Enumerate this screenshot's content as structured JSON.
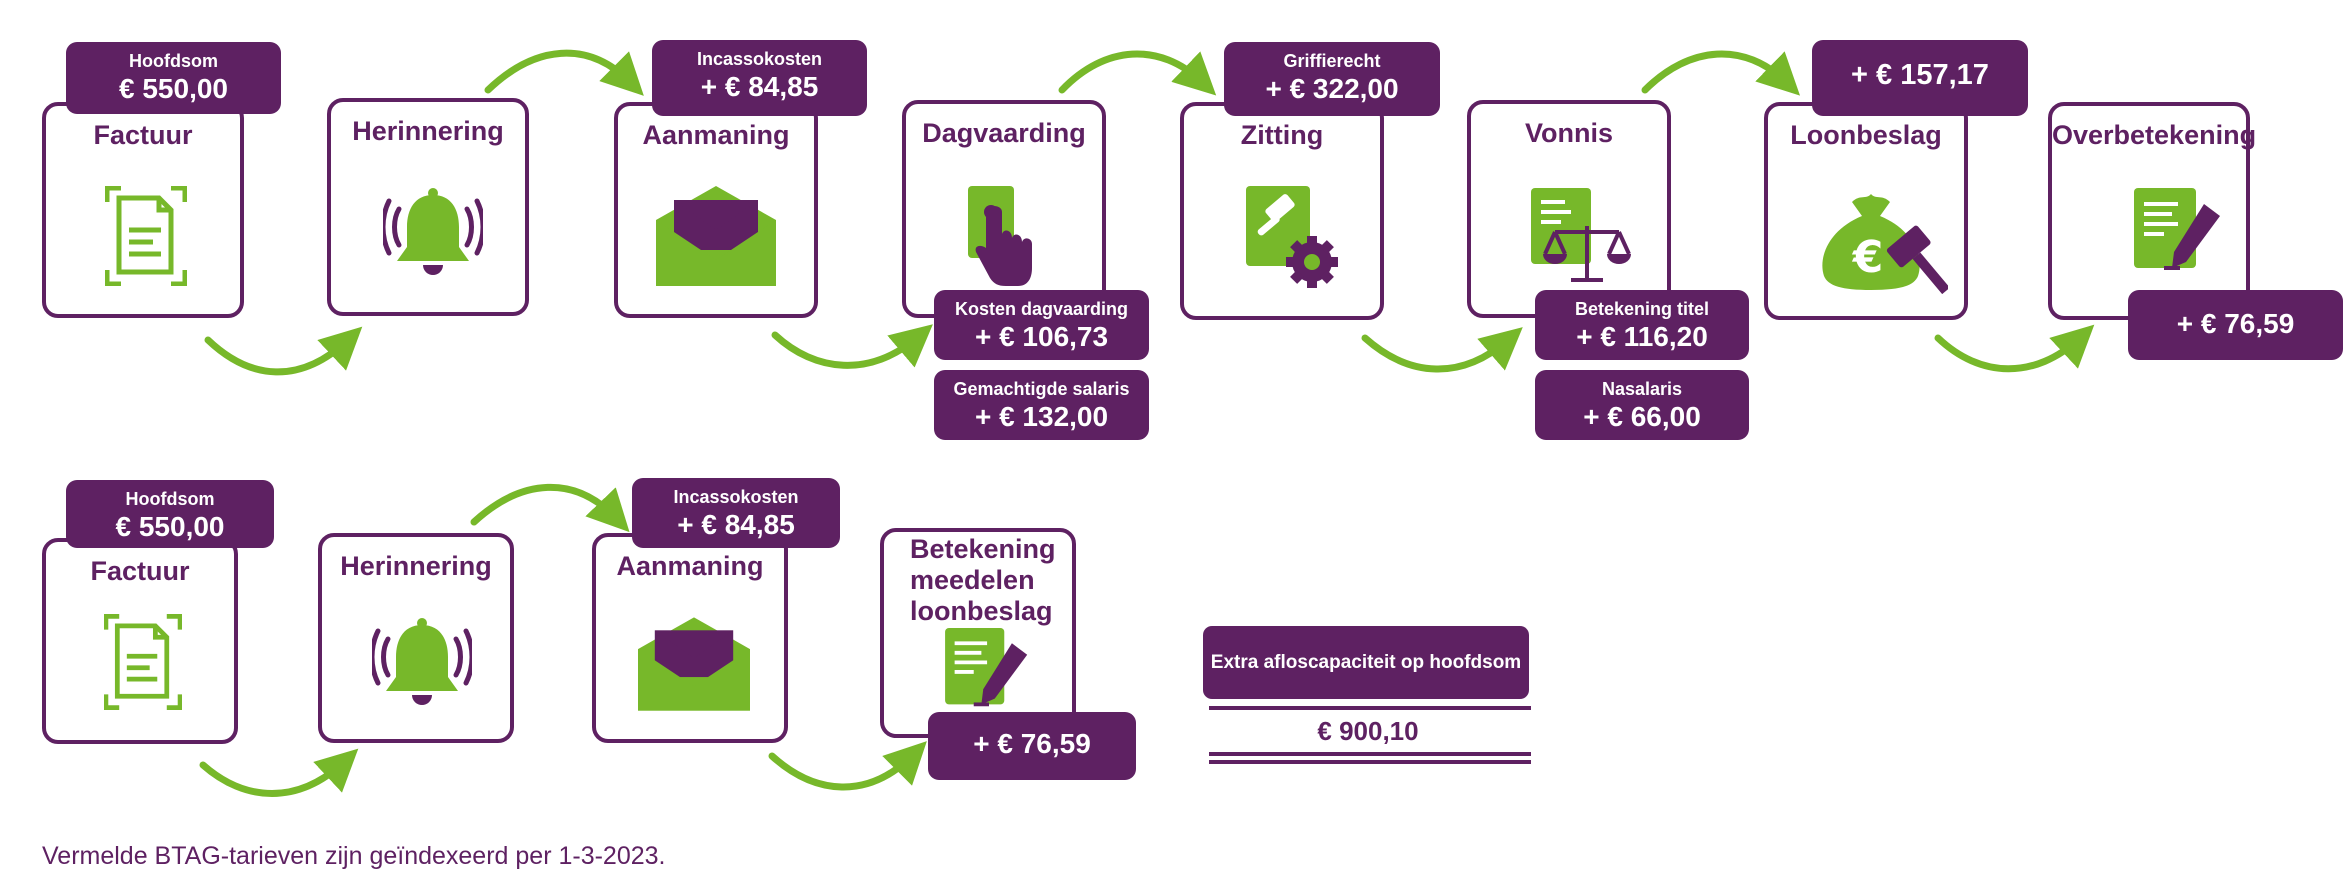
{
  "colors": {
    "purple": "#5e2162",
    "green": "#77b82a"
  },
  "row1": {
    "factuur": {
      "title": "Factuur",
      "icon": "invoice-icon",
      "badge_label": "Hoofdsom",
      "badge_amount": "€ 550,00"
    },
    "herinnering": {
      "title": "Herinnering",
      "icon": "bell-icon"
    },
    "aanmaning": {
      "title": "Aanmaning",
      "icon": "envelope-icon",
      "badge_label": "Incassokosten",
      "badge_amount": "+  € 84,85"
    },
    "dagvaarding": {
      "title": "Dagvaarding",
      "icon": "doorbell-press-icon",
      "badge1_label": "Kosten dagvaarding",
      "badge1_amount": "+   € 106,73",
      "badge2_label": "Gemachtigde salaris",
      "badge2_amount": "+   € 132,00"
    },
    "zitting": {
      "title": "Zitting",
      "icon": "gavel-gear-icon",
      "badge_label": "Griffierecht",
      "badge_amount": "+ € 322,00"
    },
    "vonnis": {
      "title": "Vonnis",
      "icon": "scales-document-icon",
      "badge1_label": "Betekening titel",
      "badge1_amount": "+ € 116,20",
      "badge2_label": "Nasalaris",
      "badge2_amount": "+ € 66,00"
    },
    "loonbeslag": {
      "title": "Loonbeslag",
      "icon": "money-bag-gavel-icon",
      "badge_amount": "+ € 157,17"
    },
    "overbetekening": {
      "title": "Overbetekening",
      "icon": "document-sign-icon",
      "badge_amount": "+   € 76,59"
    }
  },
  "row2": {
    "factuur": {
      "title": "Factuur",
      "icon": "invoice-icon",
      "badge_label": "Hoofdsom",
      "badge_amount": "€ 550,00"
    },
    "herinnering": {
      "title": "Herinnering",
      "icon": "bell-icon"
    },
    "aanmaning": {
      "title": "Aanmaning",
      "icon": "envelope-icon",
      "badge_label": "Incassokosten",
      "badge_amount": "+ € 84,85"
    },
    "betekening": {
      "title": "Betekening meedelen loonbeslag",
      "icon": "document-sign-icon",
      "badge_amount": "+  € 76,59"
    }
  },
  "summary": {
    "title": "Extra afloscapaciteit op hoofdsom",
    "value": "€ 900,10"
  },
  "footnote": "Vermelde BTAG-tarieven zijn geïndexeerd per 1-3-2023."
}
